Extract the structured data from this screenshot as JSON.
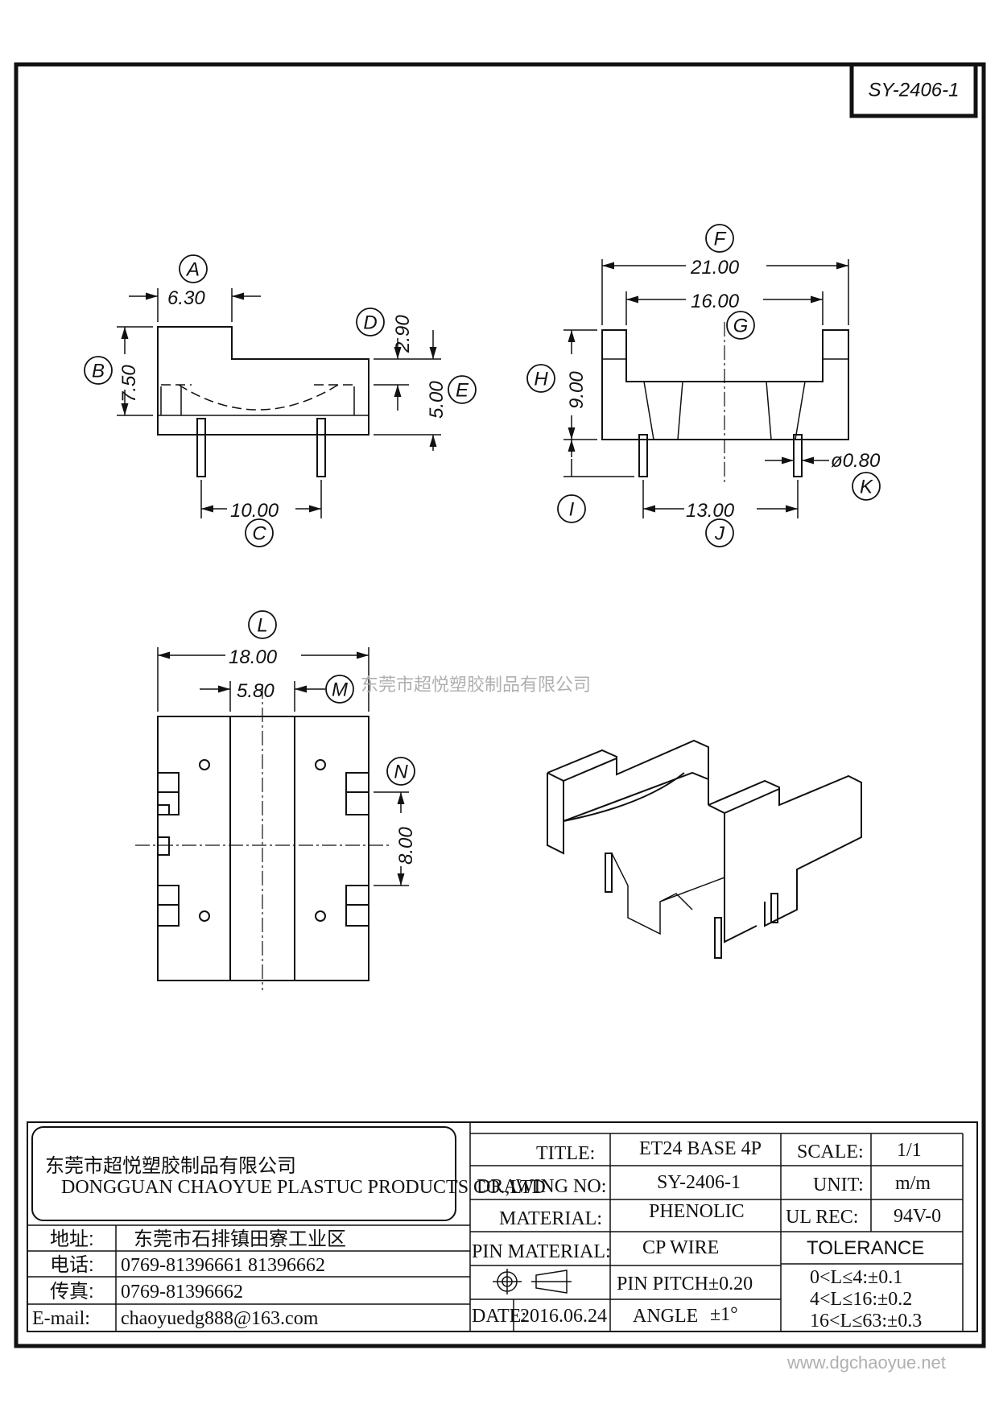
{
  "drawing_id": "SY-2406-1",
  "watermark": {
    "company_overlay": "东莞市超悦塑胶制品有限公司",
    "site": "www.dgchaoyue.net"
  },
  "dimensions": {
    "A": "6.30",
    "B": "7.50",
    "C": "10.00",
    "D": "2.90",
    "E": "5.00",
    "F": "21.00",
    "G": "16.00",
    "H": "9.00",
    "J": "13.00",
    "K": "ø0.80",
    "L": "18.00",
    "M": "5.80",
    "N": "8.00"
  },
  "letters": [
    "A",
    "B",
    "C",
    "D",
    "E",
    "F",
    "G",
    "H",
    "I",
    "J",
    "K",
    "L",
    "M",
    "N"
  ],
  "title_block": {
    "company_cn": "东莞市超悦塑胶制品有限公司",
    "company_en": "DONGGUAN CHAOYUE PLASTUC PRODUCTS CO.,LTD",
    "address_label": "地址:",
    "address_value": "东莞市石排镇田寮工业区",
    "phone_label": "电话:",
    "phone_value": "0769-81396661   81396662",
    "fax_label": "传真:",
    "fax_value": "0769-81396662",
    "email_label": "E-mail:",
    "email_value": "chaoyuedg888@163.com",
    "title_label": "TITLE:",
    "title_value": "ET24 BASE 4P",
    "drawing_no_label": "DRAWING NO:",
    "drawing_no_value": "SY-2406-1",
    "material_label": "MATERIAL:",
    "material_value": "PHENOLIC",
    "pin_material_label": "PIN MATERIAL:",
    "pin_material_value": "CP WIRE",
    "pin_pitch": "PIN PITCH±0.20",
    "date_label": "DATE:",
    "date_value": "2016.06.24",
    "angle_label": "ANGLE",
    "angle_value": "±1°",
    "scale_label": "SCALE:",
    "scale_value": "1/1",
    "unit_label": "UNIT:",
    "unit_value": "m/m",
    "ul_label": "UL REC:",
    "ul_value": "94V-0",
    "tolerance_label": "TOLERANCE",
    "tolerance_rows": [
      "0<L≤4:±0.1",
      "4<L≤16:±0.2",
      "16<L≤63:±0.3"
    ]
  }
}
